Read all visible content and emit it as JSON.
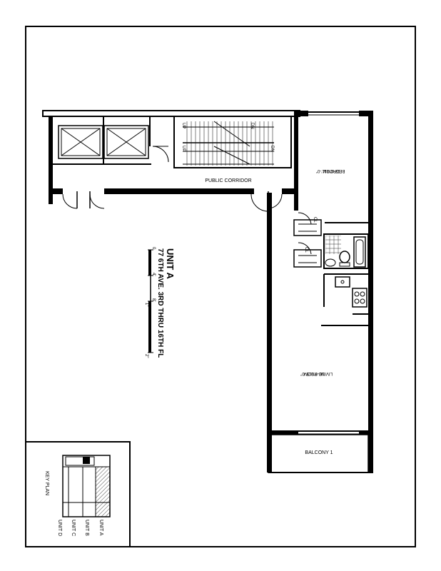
{
  "sheet": {
    "title": "UNIT A",
    "subtitle": "77 6TH AVE. 3RD THRU 16TH FL"
  },
  "rooms": {
    "public_corridor": "PUBLIC CORRIDOR",
    "bedroom": "BEDROOM",
    "bedroom_size": "15'-0\"X11'-0\"",
    "living_room": "LIVING ROOM",
    "living_room_size": "16'-0\"x15'-0\"",
    "balcony": "BALCONY 1"
  },
  "stairs": {
    "up_label": "UP",
    "down_label": "DN"
  },
  "closets": {
    "label": "CL"
  },
  "scale_bar": {
    "ticks": [
      "0",
      "4'",
      "8'",
      "1\"",
      "2\""
    ]
  },
  "key_plan": {
    "title": "KEY PLAN",
    "units": [
      "UNIT A",
      "UNIT B",
      "UNIT C",
      "UNIT D"
    ]
  },
  "colors": {
    "ink": "#000000",
    "paper": "#ffffff"
  }
}
